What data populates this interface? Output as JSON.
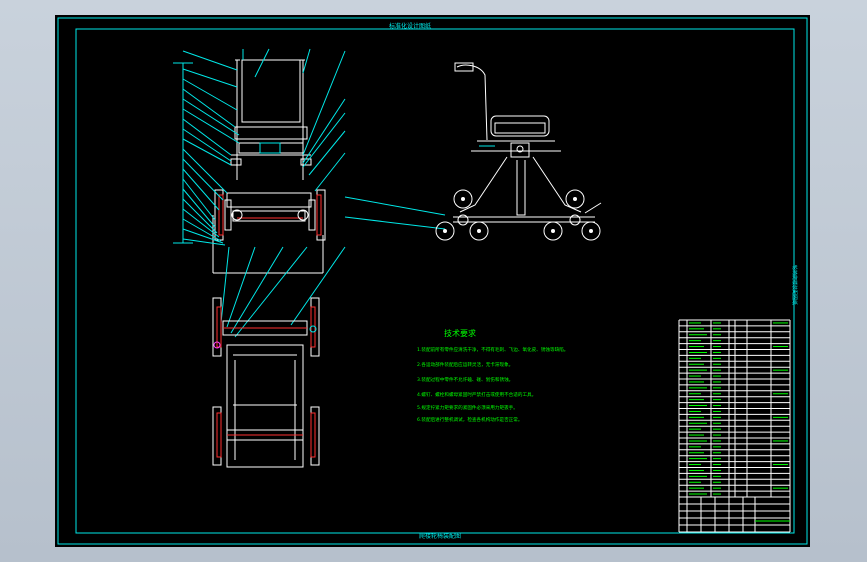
{
  "drawing": {
    "top_label": "标准化设计图纸",
    "bottom_label": "爬楼轮椅装配图",
    "side_label": "轮椅爬楼装配图纸",
    "tech_title": "技术要求",
    "tech_lines": [
      "1.装配前所有零件应清洗干净，不得有毛刺、飞边、氧化皮、锈蚀等缺陷。",
      "2.各运动部件装配后应运转灵活，无卡滞现象。",
      "3.装配过程中零件不允许磕、碰、划伤和锈蚀。",
      "4.螺钉、螺栓和螺母紧固时严禁打击或使用不合适的工具。",
      "5.规定拧紧力矩要求的紧固件必须采用力矩扳手。",
      "6.装配后进行整机调试，检查各机构动作是否正常。"
    ]
  },
  "colors": {
    "frame": "#00e8e8",
    "geometry": "#ffffff",
    "text": "#00ff00",
    "axis": "#ff3030",
    "background": "#000000",
    "window": "#b6c0cc"
  }
}
